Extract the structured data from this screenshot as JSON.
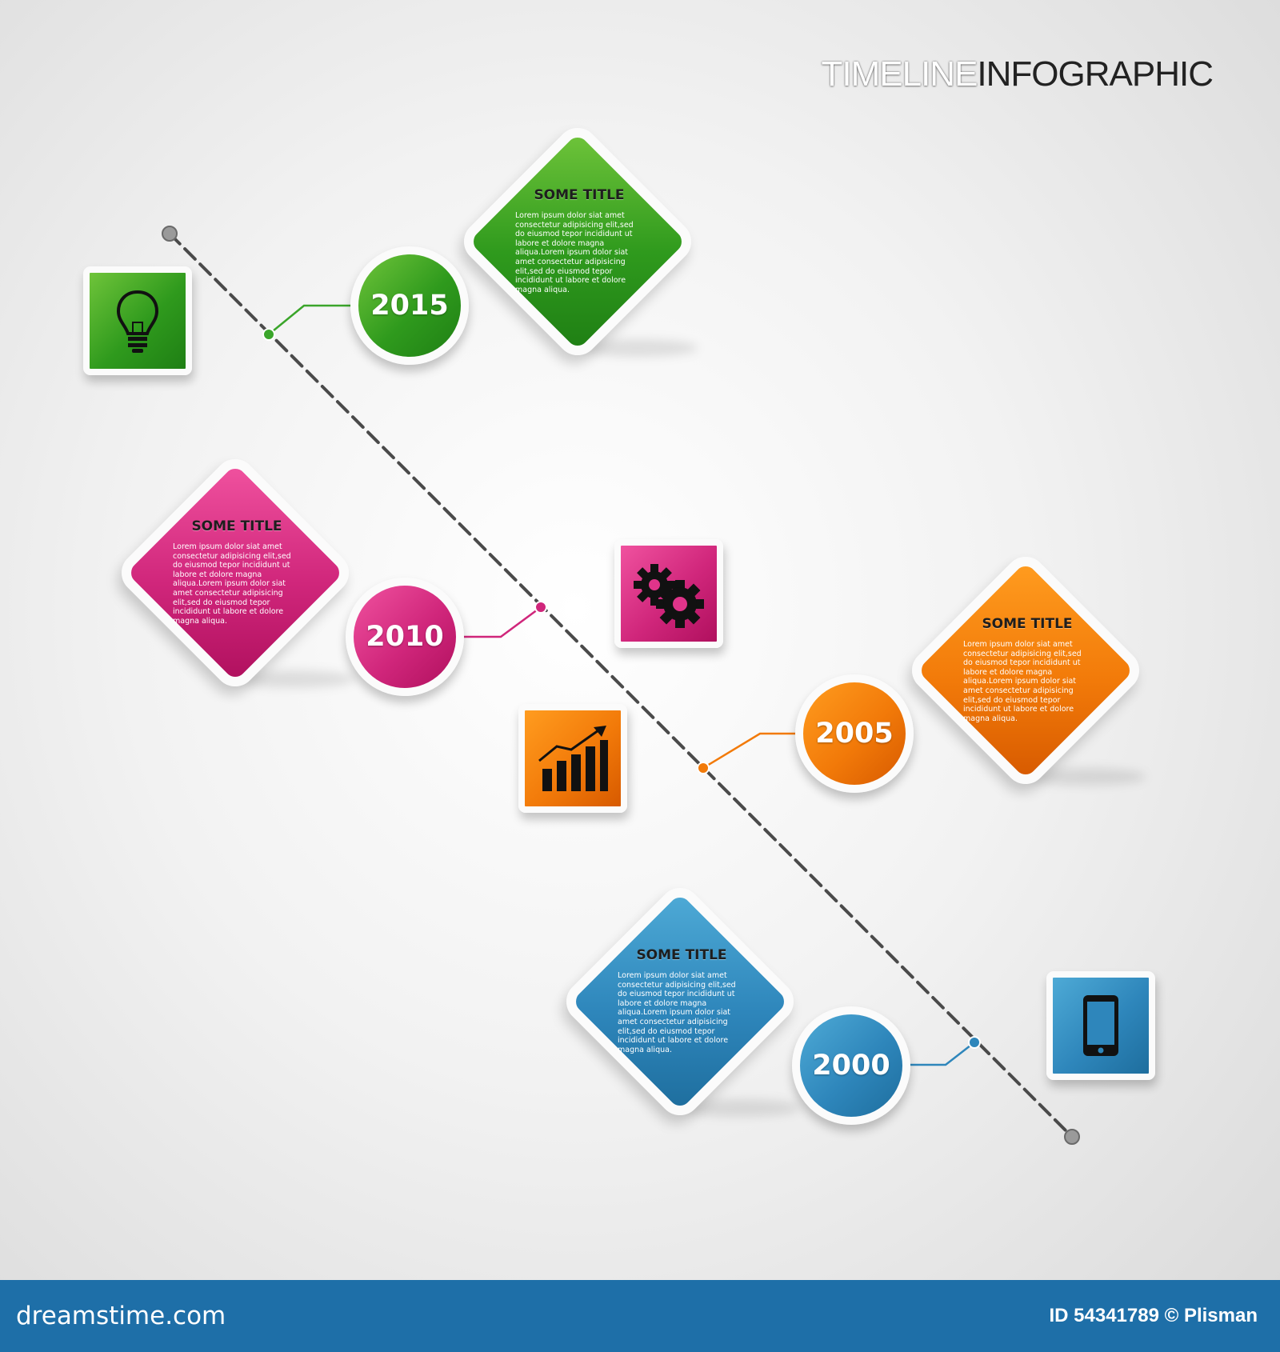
{
  "header": {
    "title_light": "TIMELINE",
    "title_dark": "INFOGRAPHIC"
  },
  "card_body_text": "Lorem ipsum dolor siat amet consectetur adipisicing elit,sed do eiusmod tepor incididunt ut labore et dolore magna aliqua.Lorem ipsum dolor siat amet consectetur adipisicing elit,sed do eiusmod tepor incididunt ut labore et dolore magna aliqua.",
  "events": [
    {
      "year": "2015",
      "card_title": "SOME TITLE",
      "color": "#2f9a1d",
      "icon": "lightbulb-icon"
    },
    {
      "year": "2010",
      "card_title": "SOME TITLE",
      "color": "#d0267b",
      "icon": "gears-icon"
    },
    {
      "year": "2005",
      "card_title": "SOME TITLE",
      "color": "#f27a09",
      "icon": "bar-chart-icon"
    },
    {
      "year": "2000",
      "card_title": "SOME TITLE",
      "color": "#2e86bb",
      "icon": "smartphone-icon"
    }
  ],
  "footer": {
    "site": "dreamstime.com",
    "image_id": "ID 54341789 © Plisman"
  }
}
